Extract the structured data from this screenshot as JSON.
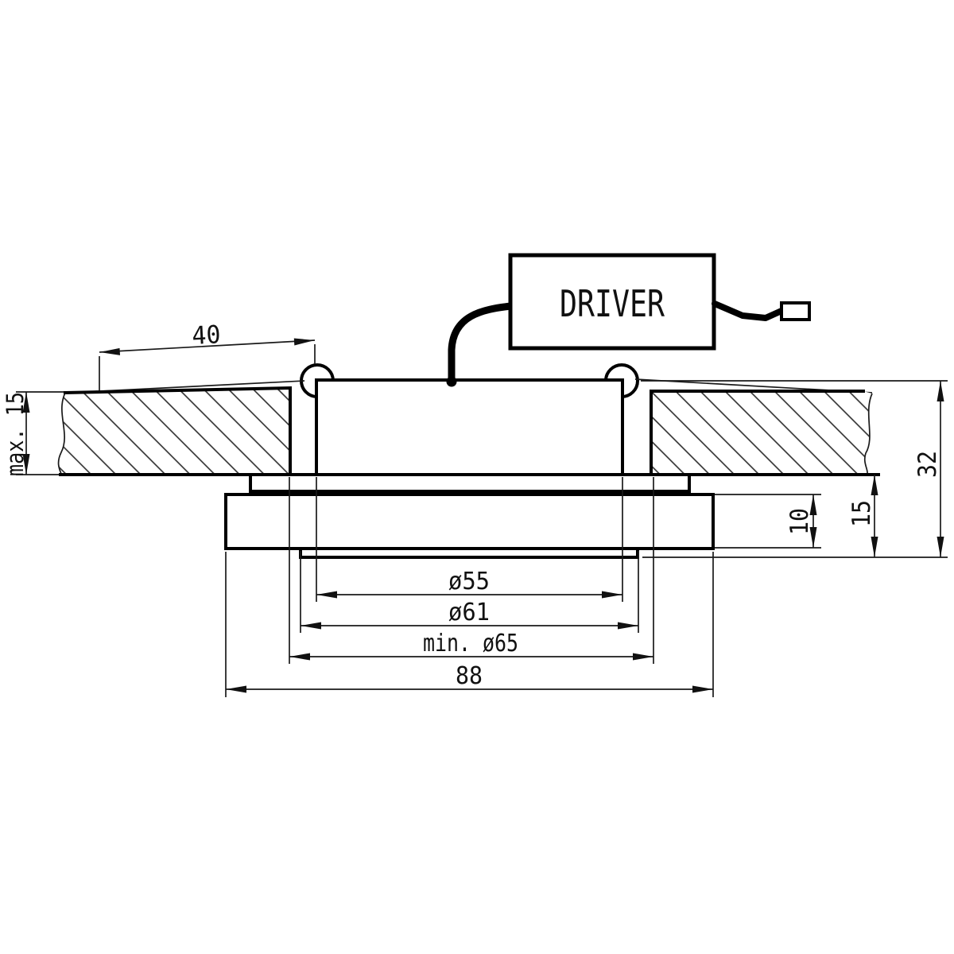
{
  "page": {
    "title": "Recessed downlight installation drawing",
    "background": "#ffffff",
    "line_color": "#000000"
  },
  "driver": {
    "label": "DRIVER"
  },
  "dimensions": {
    "surface_offset": "40",
    "ceiling_thickness": "max. 15",
    "overall_depth": "32",
    "recess_depth": "15",
    "trim_thickness": "10",
    "body_diameter": "ø55",
    "glass_diameter": "ø61",
    "cutout_diameter": "min. ø65",
    "trim_diameter": "88"
  }
}
